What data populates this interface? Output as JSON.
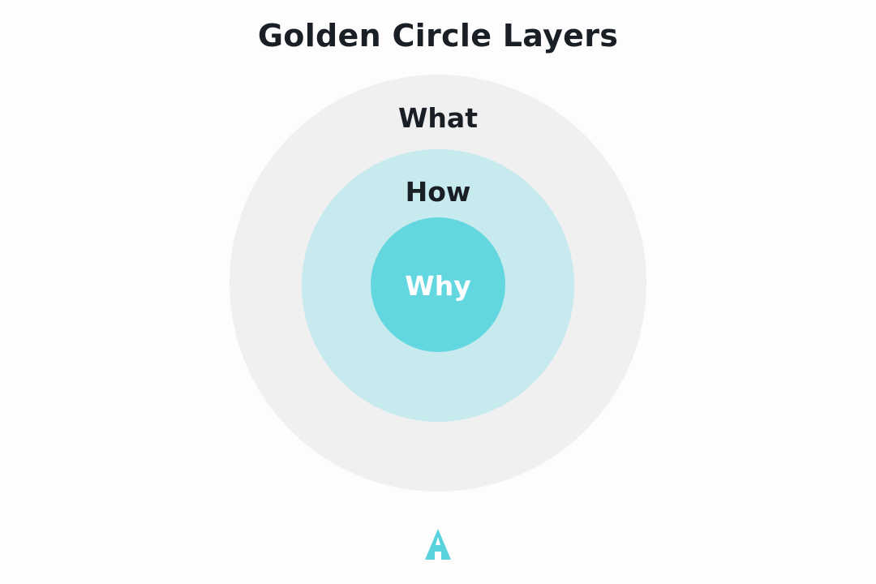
{
  "title": "Golden Circle Layers",
  "layers": [
    {
      "label": "What",
      "fill": "#f0f0f0",
      "text_color": "#1a1f26"
    },
    {
      "label": "How",
      "fill": "#c6eaee",
      "text_color": "#1a1f26"
    },
    {
      "label": "Why",
      "fill": "#63d7e0",
      "text_color": "#ffffff"
    }
  ],
  "logo": {
    "icon": "triangle-logo-icon",
    "color": "#58d3dd"
  }
}
